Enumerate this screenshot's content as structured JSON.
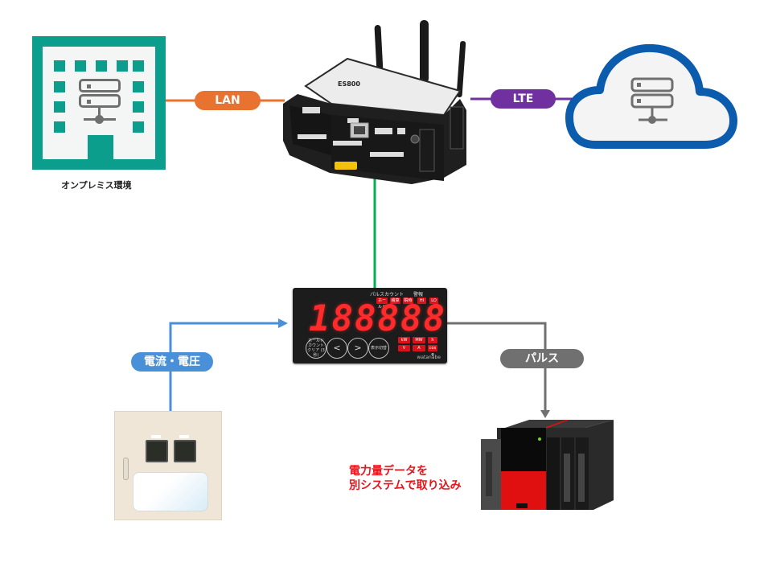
{
  "nodes": {
    "onpremise": {
      "label": "オンプレミス環境",
      "color": "#0b9e8d"
    },
    "cloud": {
      "color": "#0b5cad"
    },
    "gateway": {
      "model_label": "ES800"
    },
    "meter": {
      "top_labels": {
        "pulse_count": "パルスカウント",
        "alarm": "警報"
      },
      "status_badges": [
        "ホールド",
        "積算",
        "瞬時",
        "HI",
        "LO"
      ],
      "display_value": "188888",
      "unit_badges": [
        "kW",
        "MW",
        "h",
        "V",
        "A",
        "cos φ"
      ],
      "buttons": [
        {
          "label": "ホールド カウントクリア (3秒)"
        },
        {
          "label": "<"
        },
        {
          "label": ">"
        },
        {
          "label": "表示切替"
        }
      ],
      "brand": "watanabe"
    }
  },
  "connections": {
    "lan": {
      "label": "LAN",
      "color": "#e8722f"
    },
    "lte": {
      "label": "LTE",
      "color": "#7030a0"
    },
    "gateway_meter": {
      "color": "#00b050"
    },
    "voltage_current": {
      "label": "電流・電圧",
      "color": "#4a90d9"
    },
    "pulse": {
      "label": "パルス",
      "color": "#707070"
    }
  },
  "note": {
    "lines": [
      "電力量データを",
      "別システムで取り込み"
    ],
    "color": "#e8151b"
  }
}
